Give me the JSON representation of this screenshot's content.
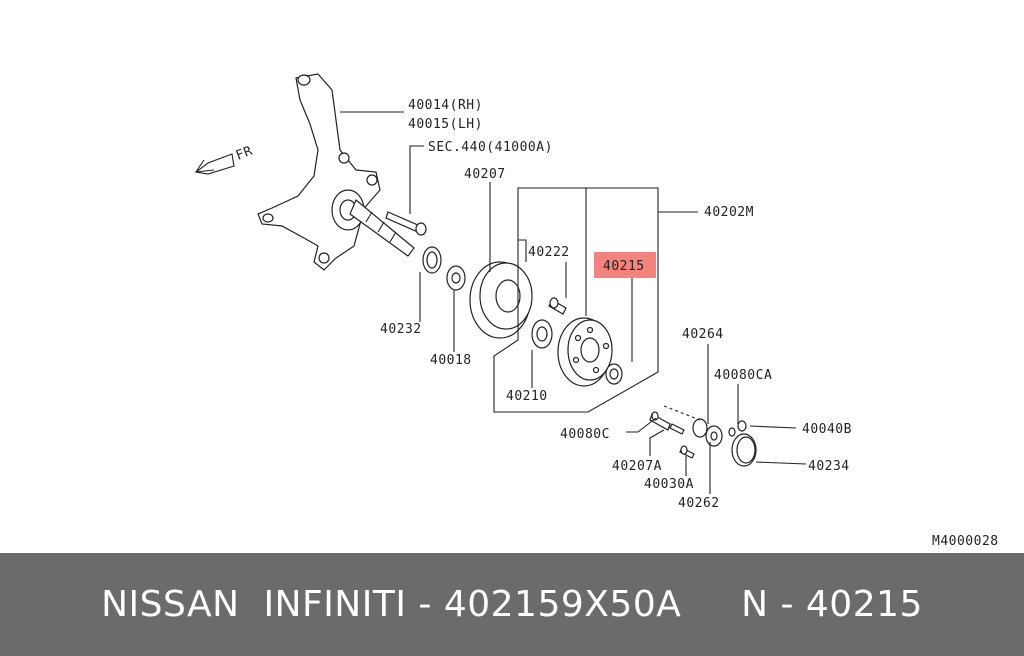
{
  "diagram": {
    "direction_label": "FR",
    "labels": {
      "knuckle_rh": "40014(RH)",
      "knuckle_lh": "40015(LH)",
      "sec_ref": "SEC.440(41000A)",
      "rotor": "40207",
      "hub_assy": "40202M",
      "hub_bolt": "40222",
      "highlighted_part": "40215",
      "seal": "40232",
      "washer": "40018",
      "bearing": "40210",
      "cap_plate": "40264",
      "nut_ca": "40080CA",
      "nut_b": "40040B",
      "grease_cap": "40234",
      "nut_c": "40080C",
      "bolt_a": "40207A",
      "screw_a": "40030A",
      "lock": "40262"
    },
    "figure_code": "M4000028",
    "highlight_color": "#f4837d"
  },
  "footer": {
    "text": "NISSAN  INFINITI - 402159X50A     N - 40215"
  }
}
